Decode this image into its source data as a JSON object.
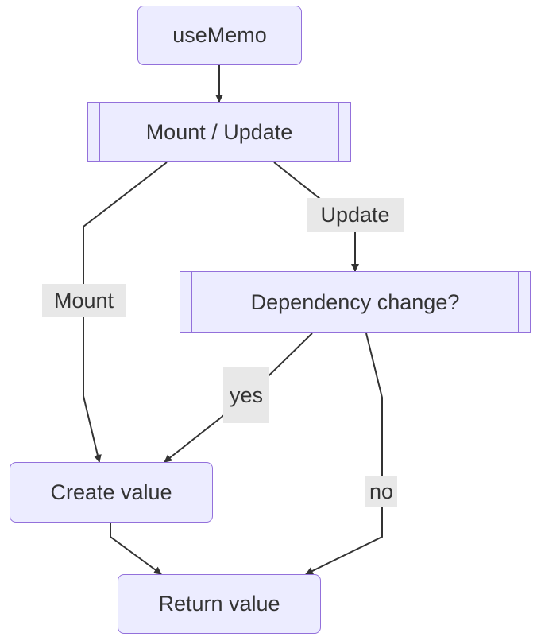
{
  "diagram": {
    "type": "flowchart",
    "nodes": {
      "usememo": {
        "label": "useMemo",
        "shape": "rounded"
      },
      "mount_update": {
        "label": "Mount / Update",
        "shape": "subroutine"
      },
      "dependency_change": {
        "label": "Dependency change?",
        "shape": "subroutine"
      },
      "create_value": {
        "label": "Create value",
        "shape": "rounded"
      },
      "return_value": {
        "label": "Return value",
        "shape": "rounded"
      }
    },
    "edge_labels": {
      "update": "Update",
      "mount": "Mount",
      "yes": "yes",
      "no": "no"
    },
    "edges": [
      {
        "from": "usememo",
        "to": "mount_update",
        "label": ""
      },
      {
        "from": "mount_update",
        "to": "create_value",
        "label": "Mount"
      },
      {
        "from": "mount_update",
        "to": "dependency_change",
        "label": "Update"
      },
      {
        "from": "dependency_change",
        "to": "create_value",
        "label": "yes"
      },
      {
        "from": "dependency_change",
        "to": "return_value",
        "label": "no"
      },
      {
        "from": "create_value",
        "to": "return_value",
        "label": ""
      }
    ],
    "colors": {
      "node_fill": "#ececff",
      "node_border": "#9370db",
      "edge": "#333333",
      "label_background": "#e8e8e8",
      "text": "#333333"
    }
  }
}
